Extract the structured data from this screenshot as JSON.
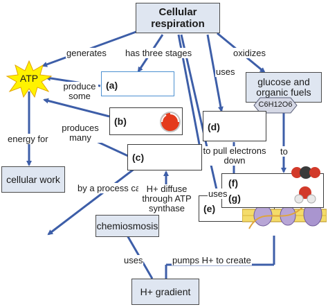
{
  "colors": {
    "connector": "#3d5ea8",
    "node_fill": "#dfe6f1",
    "atp_burst": "#fff200",
    "dial": "#e43a1c"
  },
  "nodes": {
    "cellular_respiration": "Cellular respiration",
    "atp": "ATP",
    "cellular_work": "cellular work",
    "glucose": "glucose and organic fuels",
    "glucose_formula": "C6H12O6",
    "chemiosmosis": "chemiosmosis",
    "h_gradient": "H+ gradient"
  },
  "blanks": {
    "a": "(a)",
    "b": "(b)",
    "c": "(c)",
    "d": "(d)",
    "e": "(e)",
    "f": "(f)",
    "g": "(g)"
  },
  "links": {
    "generates": "generates",
    "has_three_stages": "has three stages",
    "oxidizes": "oxidizes",
    "uses_d": "uses",
    "produce_some": "produce some",
    "produces_many": "produces many",
    "energy_for": "energy for",
    "to_pull": "to pull electrons down",
    "to_fg": "to",
    "by_process": "by a process called",
    "h_diffuse": "H+ diffuse through ATP synthase",
    "uses_e": "uses",
    "uses_chemi": "uses",
    "pumps": "pumps H+ to create"
  }
}
